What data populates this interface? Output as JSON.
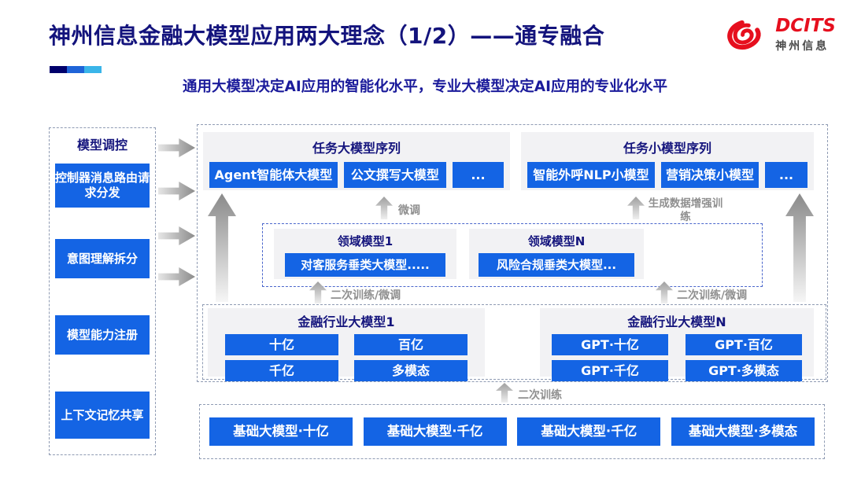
{
  "colors": {
    "accent_blue": "#1464e4",
    "heading_navy": "#13137c",
    "subtitle_navy": "#1b1b9b",
    "brand_red": "#e60f1e",
    "arrow_gray": "#8f8f8f",
    "group_bg": "#f2f2f4",
    "title_bar_segments": [
      "#00006b",
      "#1f64d8",
      "#3ab5e9"
    ]
  },
  "header": {
    "title": "神州信息金融大模型应用两大理念（1/2）——通专融合",
    "subtitle": "通用大模型决定AI应用的智能化水平，专业大模型决定AI应用的专业化水平",
    "logo": {
      "name": "DCITS",
      "name_cn": "神州信息",
      "icon": "swirl-logo"
    }
  },
  "sidebar": {
    "title": "模型调控",
    "items": [
      {
        "label": "控制器消息路由请求分发"
      },
      {
        "label": "意图理解拆分"
      },
      {
        "label": "模型能力注册"
      },
      {
        "label": "上下文记忆共享"
      }
    ]
  },
  "diagram": {
    "task_large_group": {
      "title": "任务大模型序列",
      "items": [
        "Agent智能体大模型",
        "公文撰写大模型",
        "..."
      ]
    },
    "task_small_group": {
      "title": "任务小模型序列",
      "items": [
        "智能外呼NLP小模型",
        "营销决策小模型",
        "..."
      ]
    },
    "domain_group_1": {
      "title": "领域模型1",
      "model": "对客服务垂类大模型....."
    },
    "domain_group_n": {
      "title": "领域模型N",
      "model": "风险合规垂类大模型..."
    },
    "industry_group_1": {
      "title": "金融行业大模型1",
      "items": [
        "十亿",
        "百亿",
        "千亿",
        "多模态"
      ]
    },
    "industry_group_n": {
      "title": "金融行业大模型N",
      "items": [
        "GPT·十亿",
        "GPT·百亿",
        "GPT·千亿",
        "GPT·多模态"
      ]
    },
    "base_models": [
      "基础大模型·十亿",
      "基础大模型·千亿",
      "基础大模型·千亿",
      "基础大模型·多模态"
    ],
    "labels": {
      "finetune": "微调",
      "gen_data_training": "生成数据增强训练",
      "secondary_training_finetune_left": "二次训练/微调",
      "secondary_training_finetune_right": "二次训练/微调",
      "secondary_training": "二次训练"
    }
  }
}
